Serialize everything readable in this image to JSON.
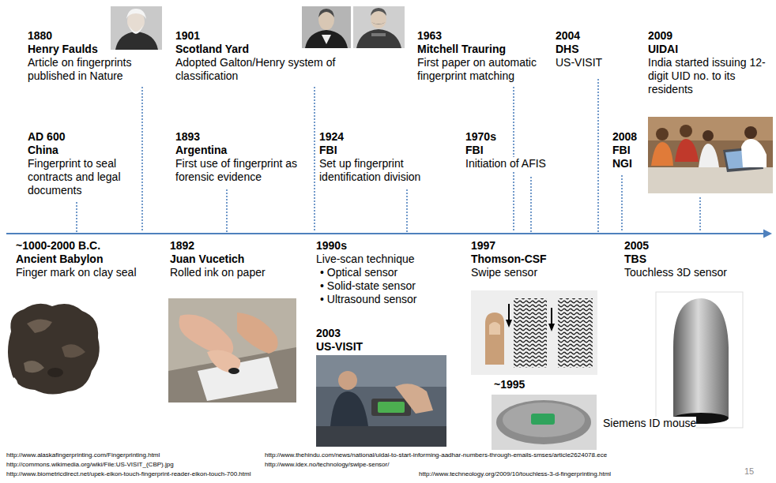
{
  "diagram": {
    "labels": [
      "1880",
      "Henry Faulds",
      "Article on fingerprints published in Nature",
      "1901",
      "Scotland Yard",
      "Adopted Galton/Henry system of classification",
      "1963",
      "Mitchell Trauring",
      "First paper on automatic fingerprint matching",
      "2004",
      "DHS",
      "US-VISIT",
      "2009",
      "UIDAI",
      "India started issuing 12-digit UID no. to its residents",
      "AD 600",
      "China",
      "Fingerprint to seal contracts and legal documents",
      "1893",
      "Argentina",
      "First use of fingerprint as forensic evidence",
      "1924",
      "FBI",
      "Set up fingerprint identification division",
      "1970s",
      "FBI",
      "Initiation of AFIS",
      "2008",
      "FBI",
      "NGI",
      "~1000-2000 B.C.",
      "Ancient Babylon",
      "Finger mark on clay seal",
      "1892",
      "Juan Vucetich",
      "Rolled ink on paper",
      "1990s",
      "Live-scan technique",
      "• Optical sensor",
      "• Solid-state sensor",
      "• Ultrasound sensor",
      "2003",
      "US-VISIT",
      "1997",
      "Thomson-CSF",
      "Swipe sensor",
      "~1995",
      "Siemens ID mouse",
      "2005",
      "TBS",
      "Touchless 3D sensor",
      "http://www.alaskafingerprinting.com/Fingerprinting.html",
      "http://commons.wikimedia.org/wiki/File:US-VISIT_(CBP).jpg",
      "http://www.biometricdirect.net/upek-eikon-touch-fingerprint-reader-eikon-touch-700.html",
      "http://www.thehindu.com/news/national/uidai-to-start-informing-aadhar-numbers-through-emails-smses/article2624078.ece",
      "http://www.idex.no/technology/swipe-sensor/",
      "http://www.techneology.org/2009/10/touchless-3-d-fingerprinting.html",
      "15"
    ]
  }
}
